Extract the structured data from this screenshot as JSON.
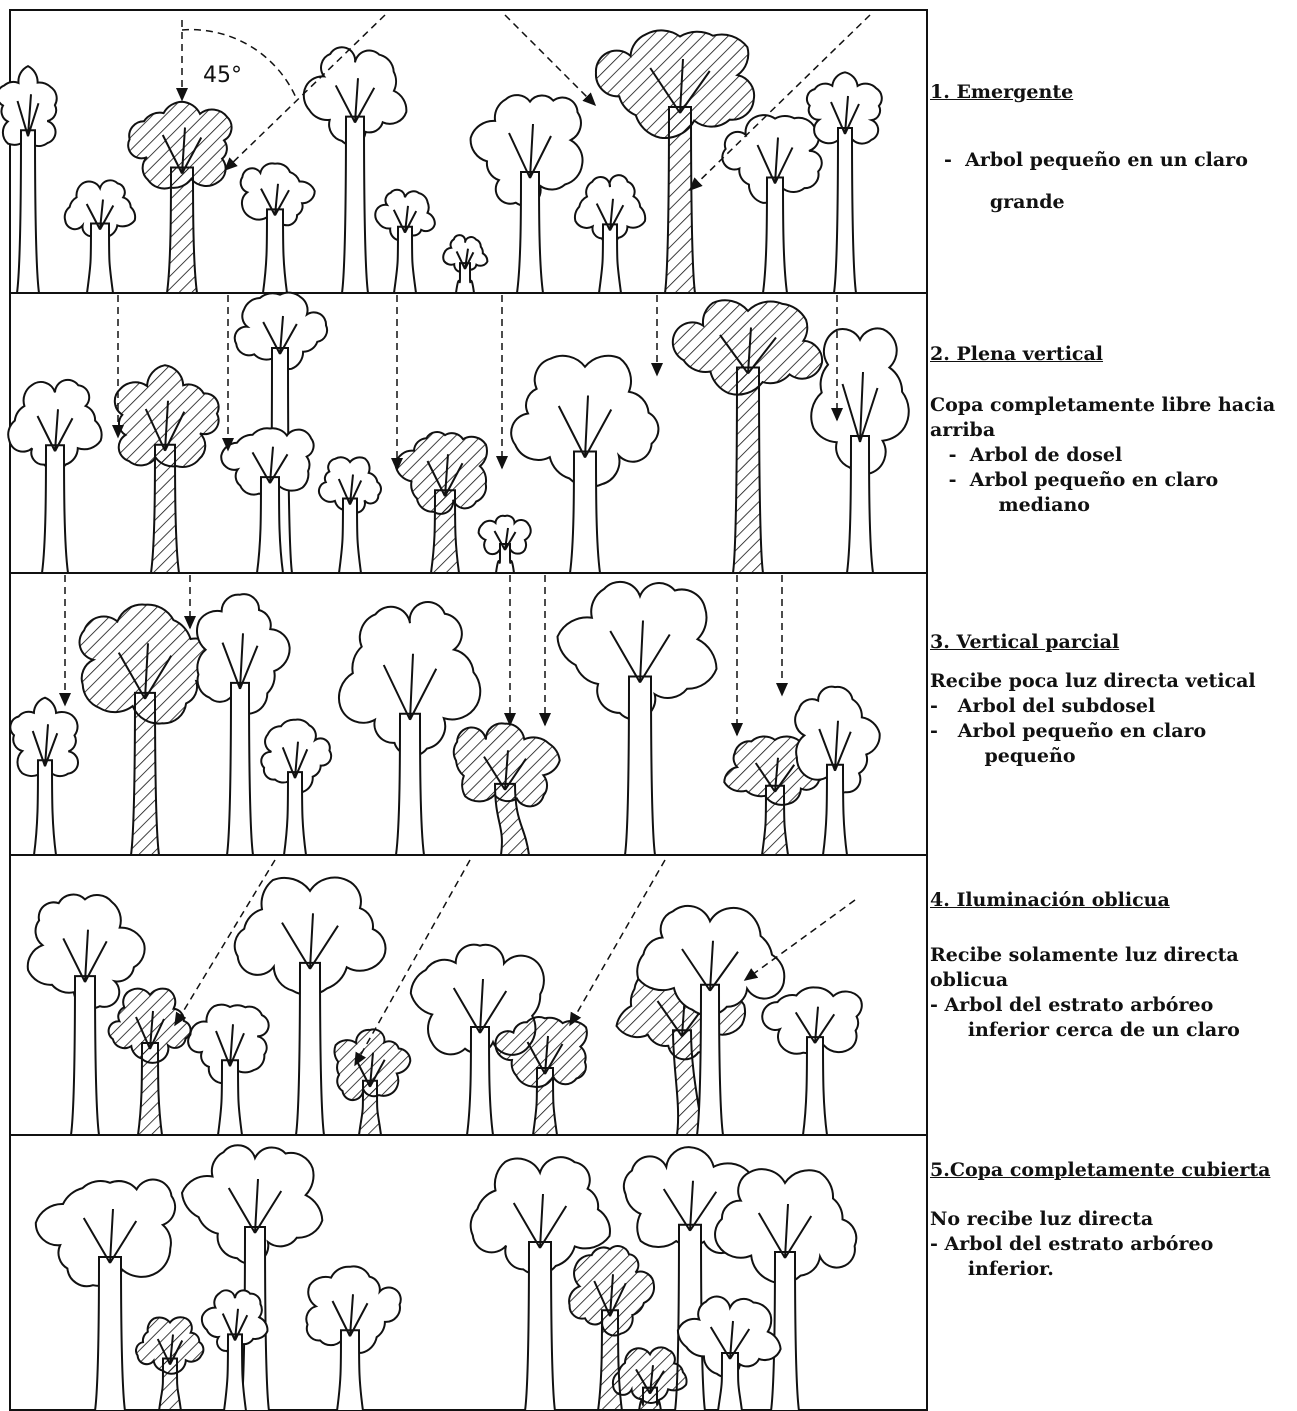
{
  "angle_label": "45°",
  "panels": [
    {
      "title": "1. Emergente",
      "lines": [
        "-  Arbol pequeño en un claro",
        "   grande"
      ]
    },
    {
      "title": "2. Plena vertical",
      "lines": [
        "Copa completamente libre hacia",
        "arriba",
        " -  Arbol de dosel",
        " -  Arbol pequeño en claro",
        "    mediano"
      ]
    },
    {
      "title": "3. Vertical parcial",
      "lines": [
        "Recibe poca luz directa vetical",
        "-   Arbol del subdosel",
        "-   Arbol pequeño en claro",
        "    pequeño"
      ]
    },
    {
      "title": "4. Iluminación oblicua",
      "lines": [
        "Recibe solamente luz directa",
        "oblicua",
        "- Arbol del estrato arbóreo",
        "   inferior cerca de un claro"
      ]
    },
    {
      "title": "5.Copa completamente cubierta",
      "lines": [
        "No recibe luz directa",
        "- Arbol del estrato arbóreo",
        "   inferior."
      ]
    }
  ]
}
